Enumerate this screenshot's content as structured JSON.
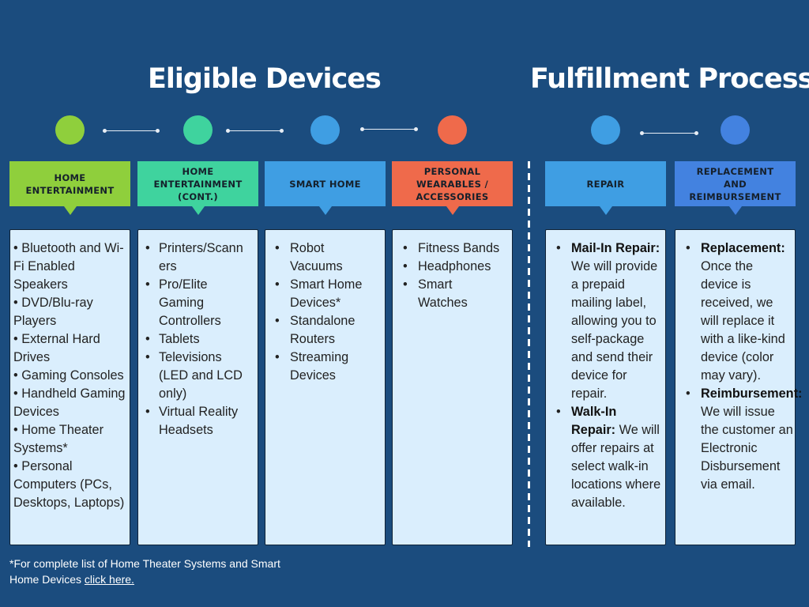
{
  "sections": {
    "eligible_title": "Eligible Devices",
    "fulfillment_title": "Fulfillment Process"
  },
  "colors": {
    "background": "#1b4c7e",
    "card_bg": "#daeefd",
    "home_entertainment": "#8fcf3c",
    "home_entertainment_cont": "#3fd39e",
    "smart_home": "#3f9ee3",
    "personal_wearables": "#ef6a4b",
    "repair": "#3f9ee3",
    "replacement": "#4382e0"
  },
  "categories": [
    {
      "header": "HOME ENTERTAINMENT",
      "items": [
        "Bluetooth and Wi-Fi Enabled Speakers",
        "DVD/Blu-ray Players",
        "External Hard Drives",
        "Gaming Consoles",
        "Handheld Gaming Devices",
        "Home Theater Systems*",
        "Personal Computers (PCs, Desktops, Laptops)"
      ]
    },
    {
      "header": "HOME ENTERTAINMENT (CONT.)",
      "items": [
        "Printers/Scanners",
        "Pro/Elite Gaming Controllers",
        "Tablets",
        "Televisions (LED and LCD only)",
        "Virtual Reality Headsets"
      ]
    },
    {
      "header": "SMART HOME",
      "items": [
        "Robot Vacuums",
        "Smart Home Devices*",
        "Standalone Routers",
        "Streaming Devices"
      ]
    },
    {
      "header": "PERSONAL WEARABLES / ACCESSORIES",
      "items": [
        "Fitness Bands",
        "Headphones",
        "Smart Watches"
      ]
    }
  ],
  "fulfillment": [
    {
      "header": "REPAIR",
      "items": [
        {
          "label": "Mail-In Repair:",
          "text": "We will provide a prepaid mailing label, allowing you to self-package and send their device for repair."
        },
        {
          "label": "Walk-In Repair:",
          "text": "We will offer repairs at select walk-in locations where available."
        }
      ]
    },
    {
      "header": "REPLACEMENT AND REIMBURSEMENT",
      "items": [
        {
          "label": "Replacement:",
          "text": "Once the device is received, we will replace it with a like-kind device (color may vary)."
        },
        {
          "label": "Reimbursement:",
          "text": "We will issue the customer an Electronic Disbursement via email."
        }
      ]
    }
  ],
  "footnote": {
    "line1": "*For complete list of Home Theater Systems and Smart",
    "line2": "Home Devices",
    "link": "click here."
  }
}
